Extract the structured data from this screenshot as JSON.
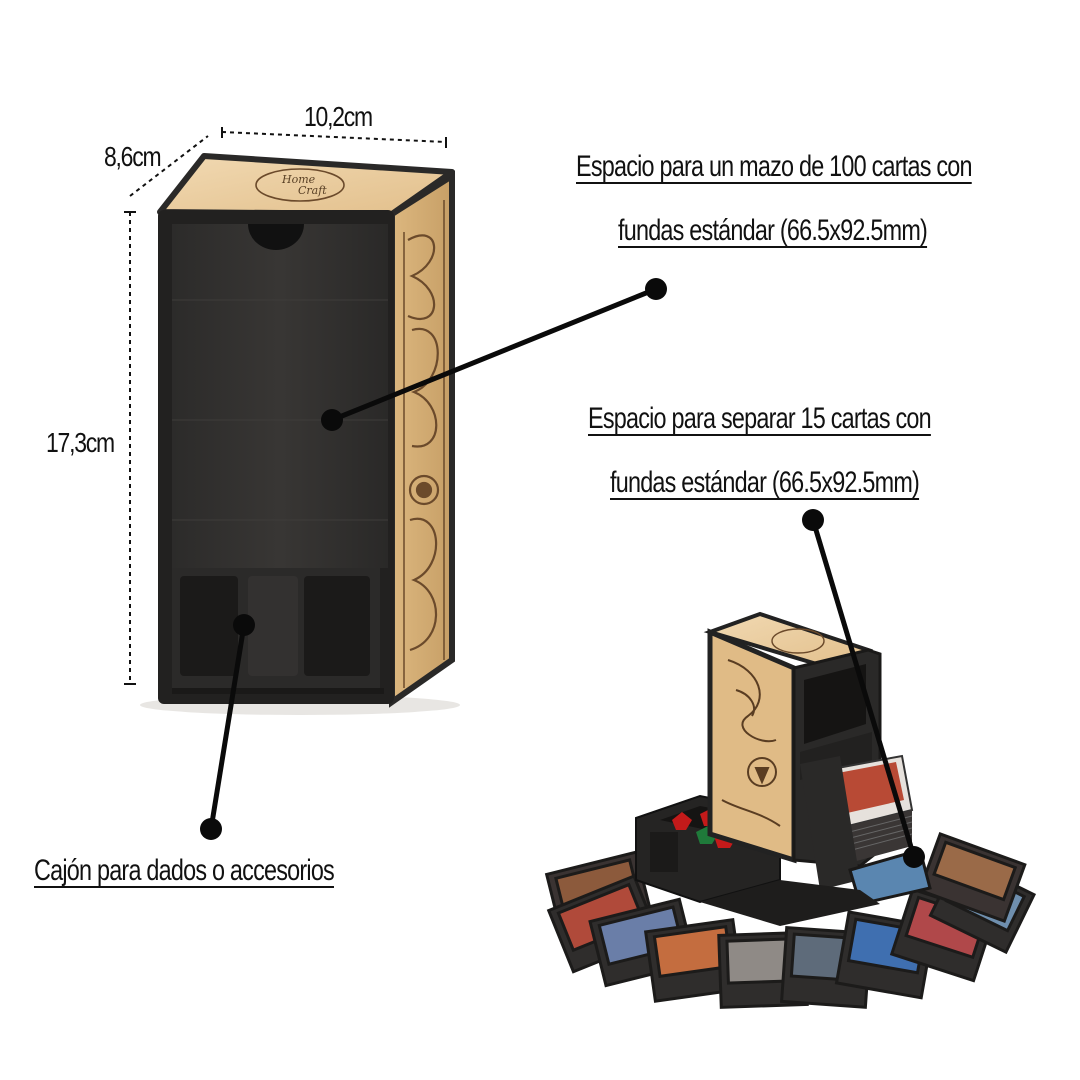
{
  "dimensions": {
    "width": "10,2cm",
    "depth": "8,6cm",
    "height": "17,3cm"
  },
  "callouts": {
    "deck": {
      "line1": "Espacio para un mazo de 100 cartas con",
      "line2": "fundas estándar (66.5x92.5mm)"
    },
    "separator": {
      "line1": "Espacio para separar 15 cartas con",
      "line2": "fundas estándar (66.5x92.5mm)"
    },
    "drawer": {
      "line1": "Cajón para dados o accesorios"
    }
  },
  "product": {
    "logo_line1": "Home",
    "logo_line2": "Craft"
  },
  "colors": {
    "box_black": "#262524",
    "wood": "#e9cc9f",
    "engraving": "#6b4a2b",
    "text": "#111111"
  },
  "icons": [
    "dragon-engraving",
    "celtic-knot-engraving",
    "dice-icon",
    "card-fan"
  ]
}
